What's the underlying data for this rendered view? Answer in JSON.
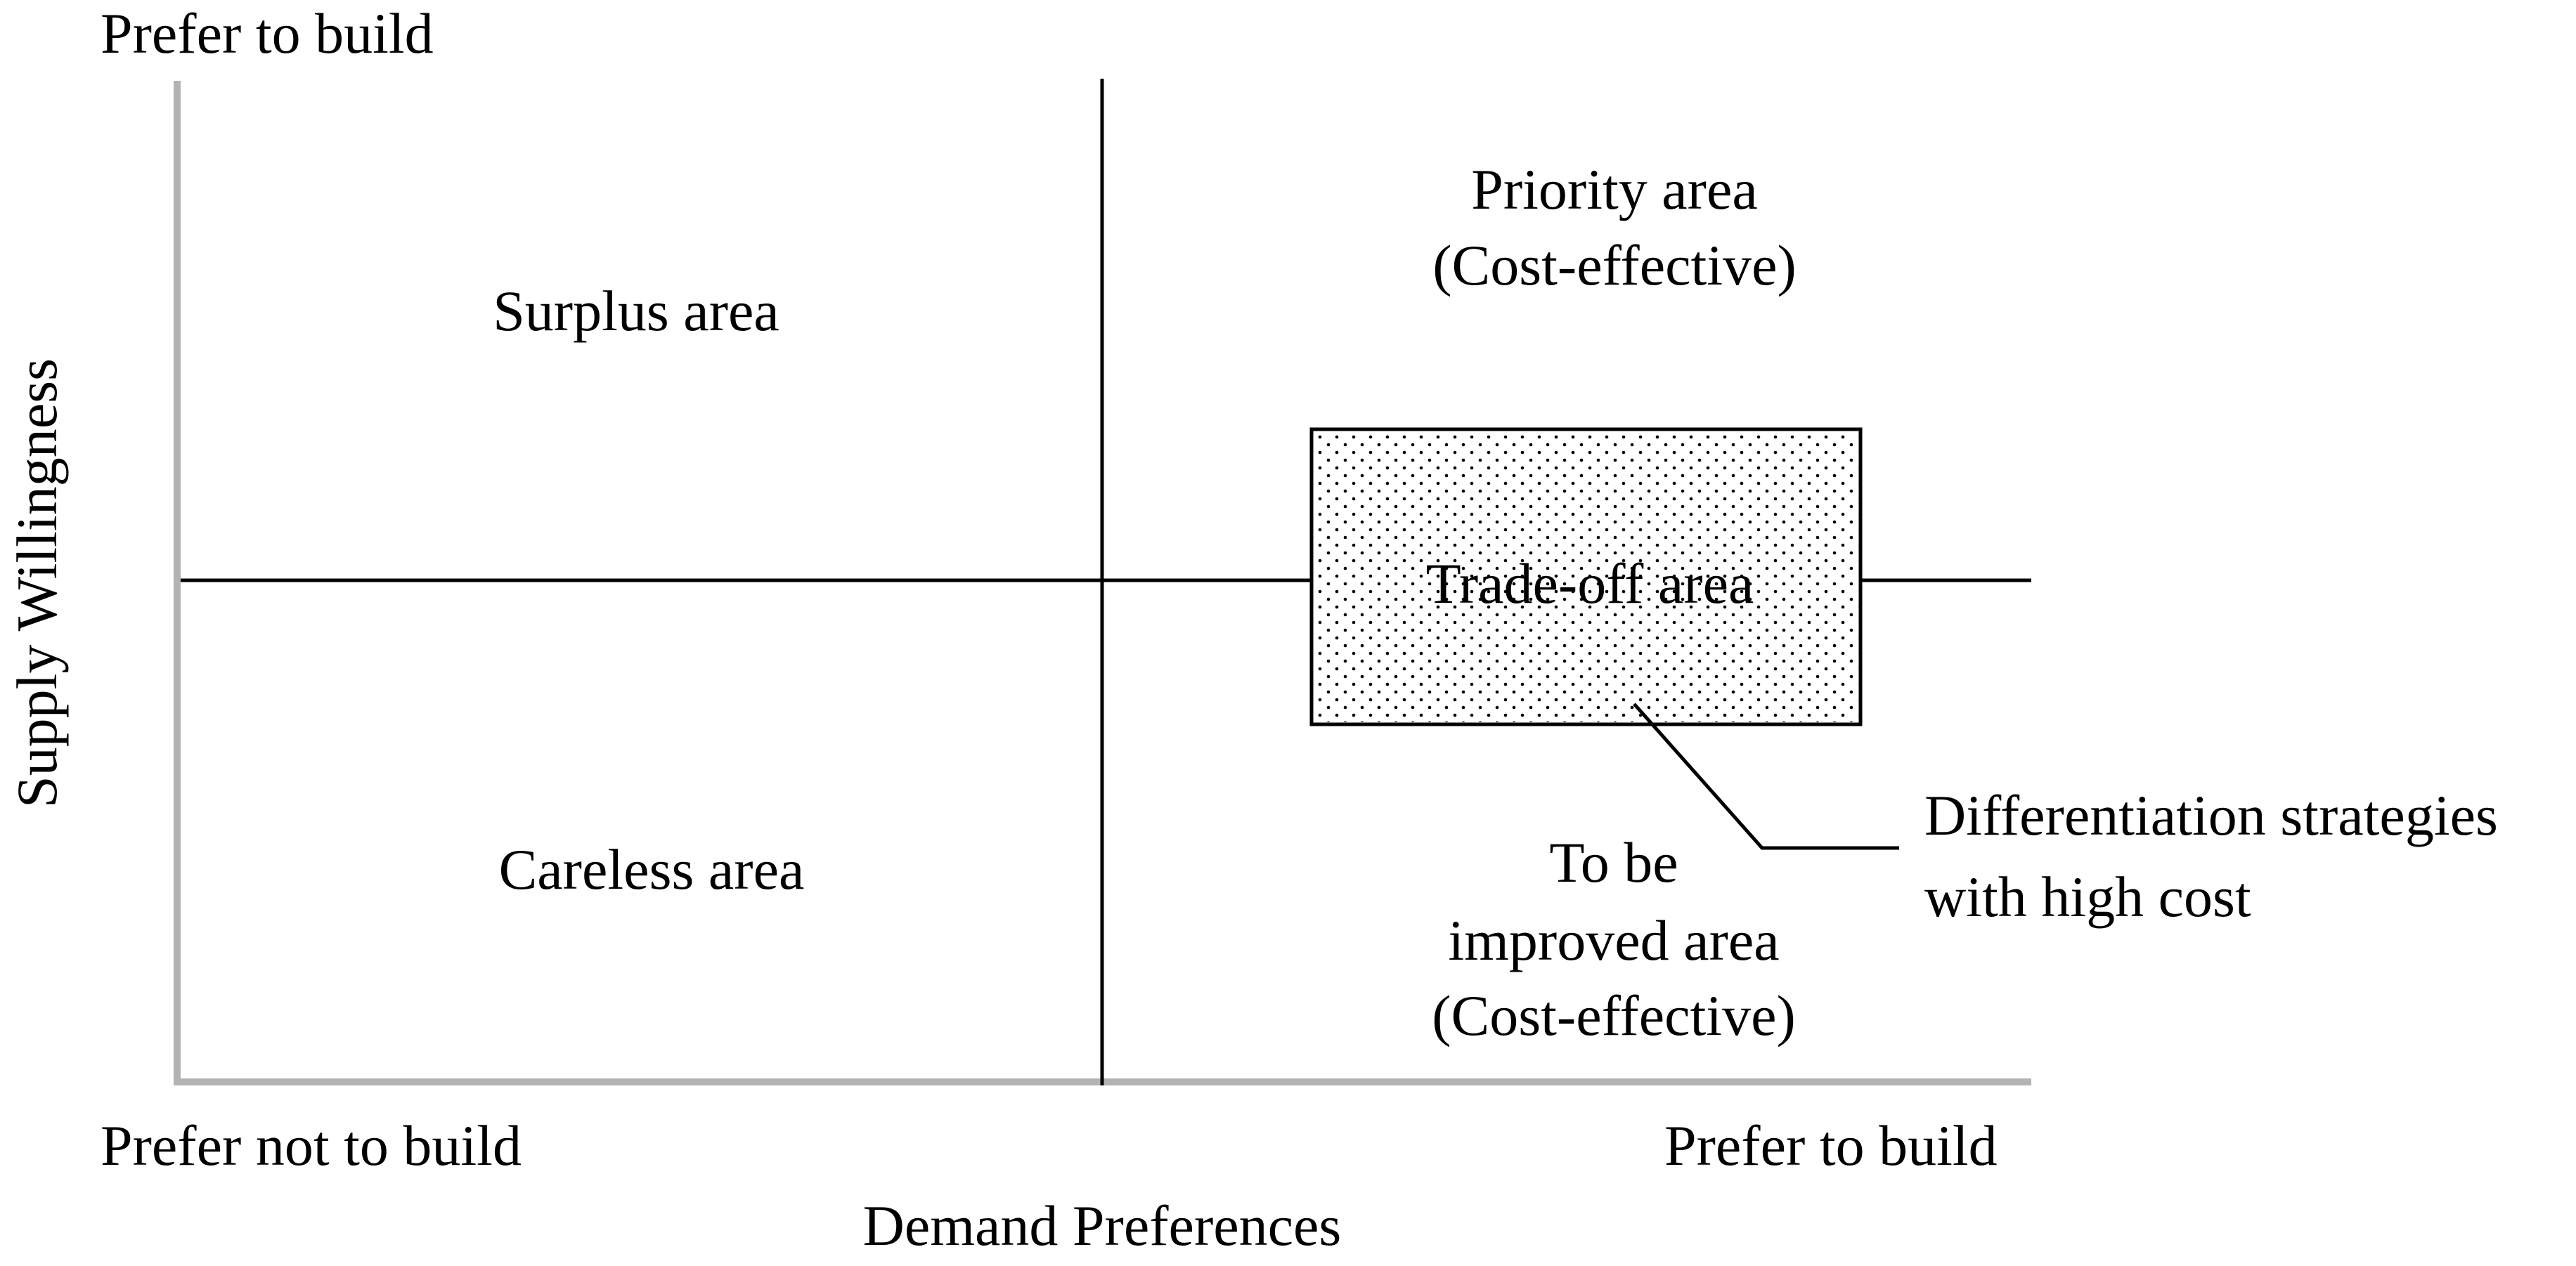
{
  "diagram": {
    "y_axis": {
      "title": "Supply Willingness",
      "top_label": "Prefer to build"
    },
    "x_axis": {
      "title": "Demand Preferences",
      "left_label": "Prefer not to build",
      "right_label": "Prefer to build"
    },
    "quadrants": {
      "top_left": "Surplus area",
      "top_right_line1": "Priority area",
      "top_right_line2": "(Cost-effective)",
      "bottom_left": "Careless area",
      "bottom_right_line1": "To be",
      "bottom_right_line2": "improved area",
      "bottom_right_line3": "(Cost-effective)"
    },
    "trade_off_box": {
      "label": "Trade-off area",
      "pattern": "dotted"
    },
    "callout": {
      "line1": "Differentiation strategies",
      "line2": "with high cost"
    },
    "colors": {
      "axis": "#b3b3b3",
      "lines": "#000000",
      "box_fill": "#ffffff",
      "dots": "#000000"
    }
  }
}
